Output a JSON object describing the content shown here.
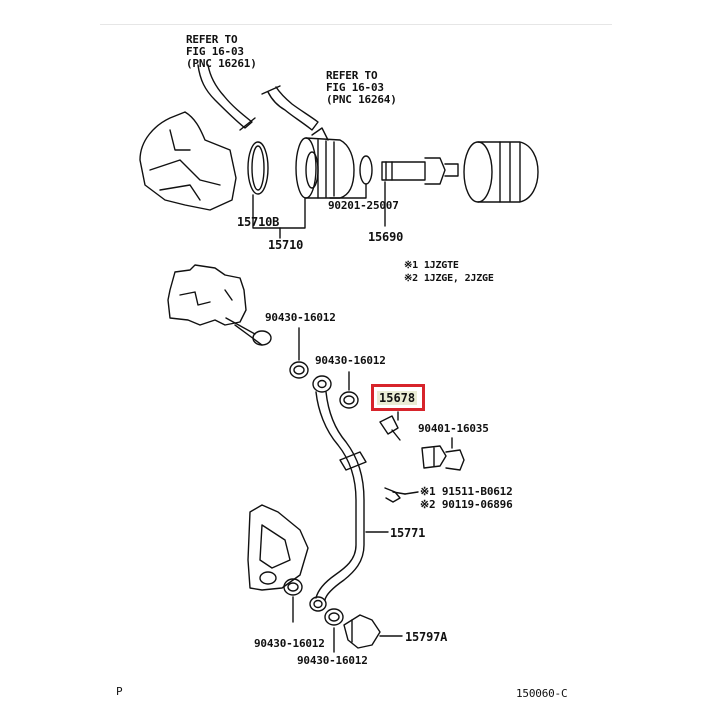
{
  "refs": {
    "ref1": [
      "REFER TO",
      "FIG 16-03",
      "(PNC 16261)"
    ],
    "ref2": [
      "REFER TO",
      "FIG 16-03",
      "(PNC 16264)"
    ]
  },
  "parts": {
    "p15710B": "15710B",
    "p15710": "15710",
    "p90201": "90201-25007",
    "p15690": "15690",
    "p90430a": "90430-16012",
    "p90430b": "90430-16012",
    "p15678": "15678",
    "p90401": "90401-16035",
    "p91511": "※1 91511-B0612",
    "p90119": "※2 90119-06896",
    "p15771": "15771",
    "p90430c": "90430-16012",
    "p90430d": "90430-16012",
    "p15797A": "15797A"
  },
  "notes": {
    "note1": "※1 1JZGTE",
    "note2": "※2 1JZGE, 2JZGE"
  },
  "footer": {
    "left": "P",
    "right": "150060-C"
  },
  "highlight_color": "#d7242b"
}
